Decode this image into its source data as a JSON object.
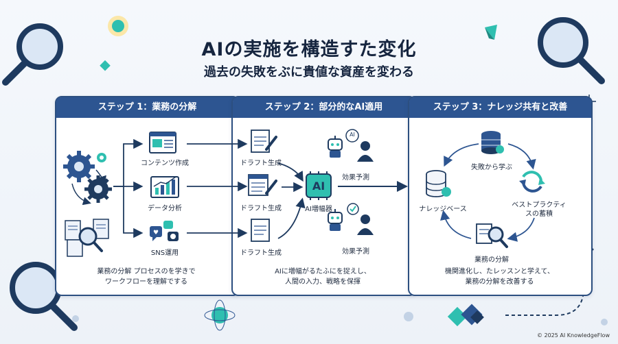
{
  "header": {
    "title": "AIの実施を構造すた変化",
    "subtitle": "過去の失敗をぶに貴値な資産を変わる"
  },
  "step1": {
    "title": "ステップ 1：業務の分解",
    "items": [
      "コンテンツ作成",
      "データ分析",
      "SNS運用"
    ],
    "description": "業務の分解 プロセスのを学きで\nワークフローを理解でする"
  },
  "step2": {
    "title": "ステップ 2：部分的なAI適用",
    "drafts": [
      "ドラフト生成",
      "ドラフト生成",
      "ドラフト生成"
    ],
    "hub_glyph": "AI",
    "hub_label": "AI増幅器",
    "effects": [
      "効果予測",
      "効果予測"
    ],
    "bubble_text": "AI",
    "description": "AIに増幅がるたふにを捉えし、\n人間の入力、戦略を保揮"
  },
  "step3": {
    "title": "ステップ 3：ナレッジ共有と改善",
    "cycle": [
      "失敗から学ぶ",
      "ベストプラクティ\nスの蓄積",
      "業務の分解",
      "ナレッジベース"
    ],
    "description": "機関進化し、たレッスンと学えて、\n業務の分解を改善する"
  },
  "footer": {
    "copyright": "© 2025 AI KnowledgeFlow"
  },
  "colors": {
    "navy": "#2d5591",
    "dark": "#1e3a5f",
    "teal": "#2fbfb0",
    "light_blue": "#dbe7f5"
  },
  "icons": [
    "magnifier-icon",
    "gear-icon",
    "document-icon",
    "chart-icon",
    "social-icon",
    "pencil-icon",
    "robot-icon",
    "person-icon",
    "database-icon",
    "refresh-icon",
    "check-icon",
    "diamond-icon"
  ]
}
